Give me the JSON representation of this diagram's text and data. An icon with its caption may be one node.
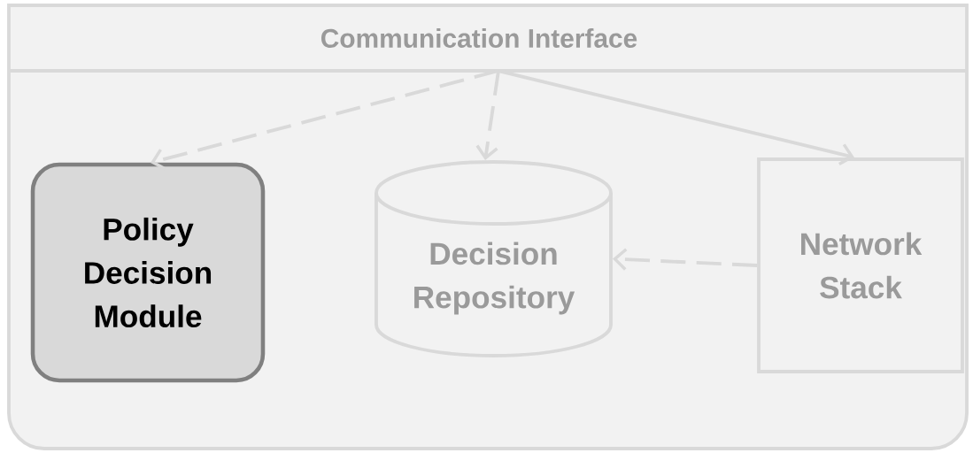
{
  "diagram": {
    "nodes": [
      {
        "text": [],
        "shape": "box"
      },
      {
        "text": [
          "Communication Interface"
        ],
        "in": 0
      },
      {
        "text": [
          "Policy Decision Module"
        ],
        "in": 0
      },
      {
        "text": [
          "Decision Repository"
        ],
        "in": 0
      },
      {
        "text": [
          "Network Stack"
        ],
        "in": 0
      }
    ],
    "edges": [
      {
        "from": 1,
        "to": 2,
        "arrow": "to",
        "style": "dashed"
      },
      {
        "from": 1,
        "to": 3,
        "arrow": "to",
        "style": "dashed"
      },
      {
        "from": 1,
        "to": 4,
        "arrow": "to"
      },
      {
        "from": 4,
        "to": 3,
        "arrow": "to",
        "style": "dashed"
      }
    ]
  }
}
